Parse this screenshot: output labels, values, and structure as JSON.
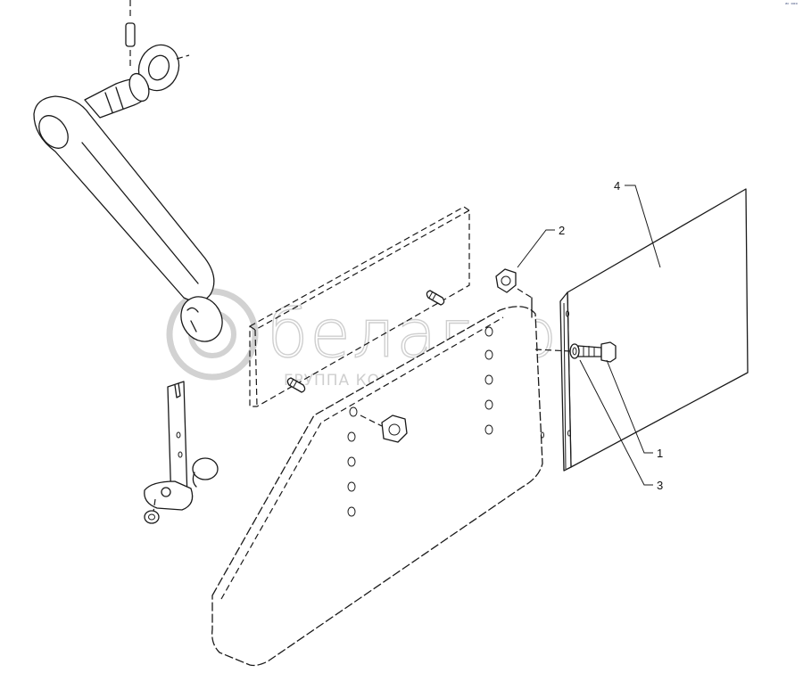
{
  "diagram": {
    "callouts": [
      {
        "id": "4",
        "label": "4"
      },
      {
        "id": "2",
        "label": "2"
      },
      {
        "id": "1",
        "label": "1"
      },
      {
        "id": "3",
        "label": "3"
      }
    ]
  },
  "watermark": {
    "brand": "белагро",
    "subtitle": "ГРУППА КОМПАНИЙ"
  },
  "corner_mark": "ᵃᶜ ᵒᵒᵒ"
}
